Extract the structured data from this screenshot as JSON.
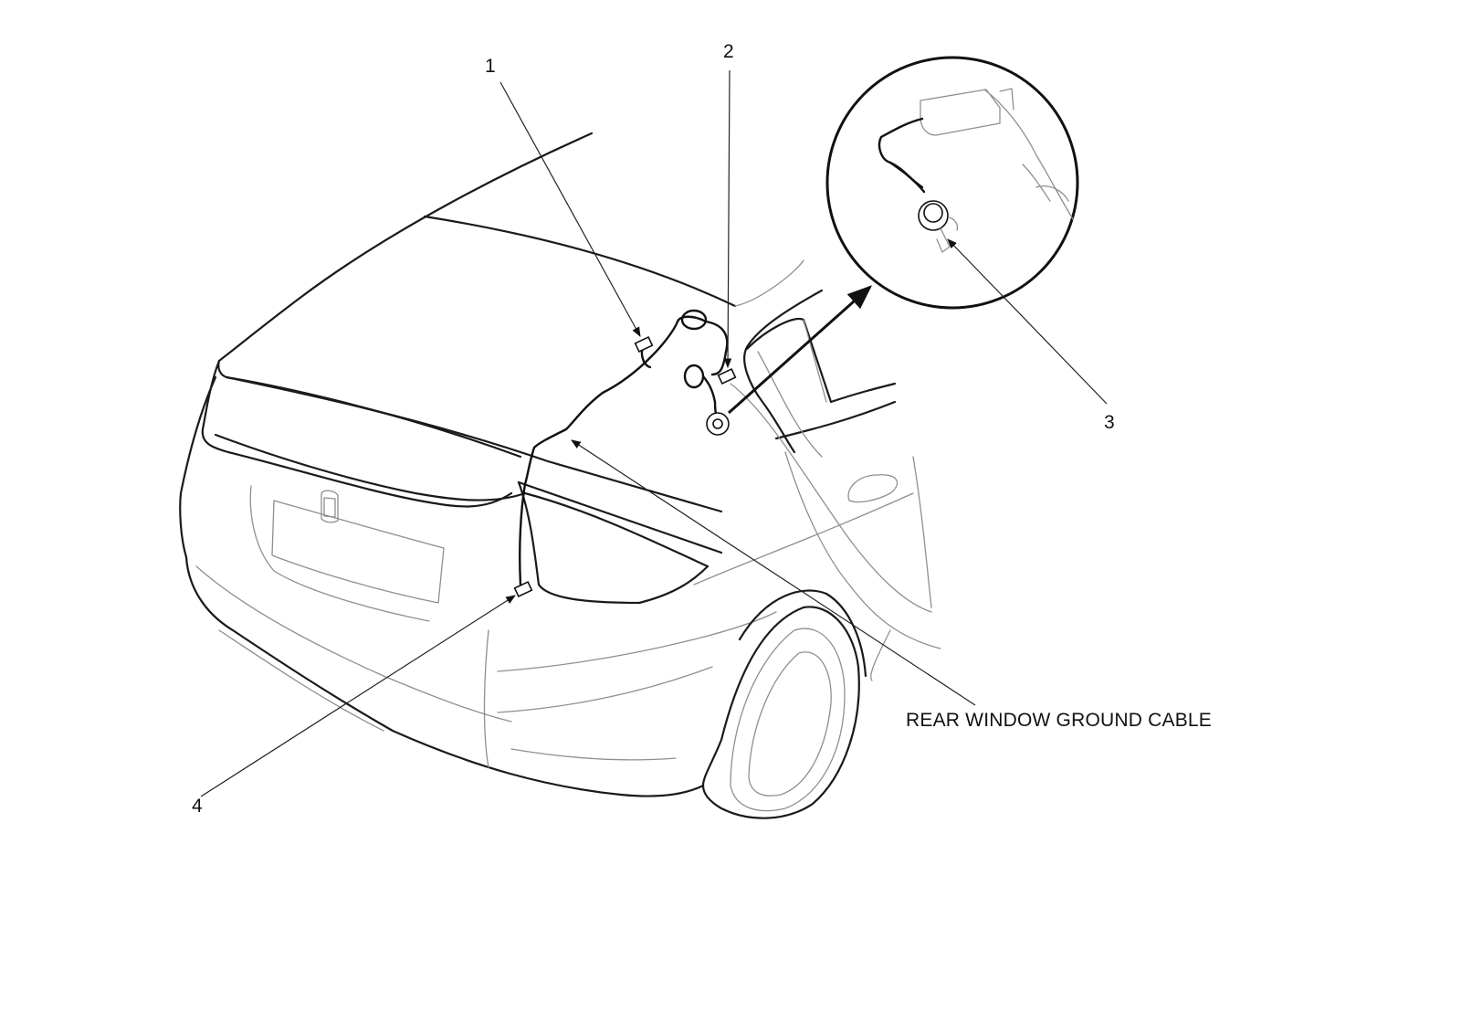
{
  "diagram": {
    "callouts": [
      {
        "id": "1",
        "text": "1"
      },
      {
        "id": "2",
        "text": "2"
      },
      {
        "id": "3",
        "text": "3"
      },
      {
        "id": "4",
        "text": "4"
      }
    ],
    "caption": "REAR WINDOW GROUND CABLE",
    "colors": {
      "ink": "#1a1a1a",
      "thin_line": "#8f8f8f",
      "background": "#ffffff"
    }
  }
}
